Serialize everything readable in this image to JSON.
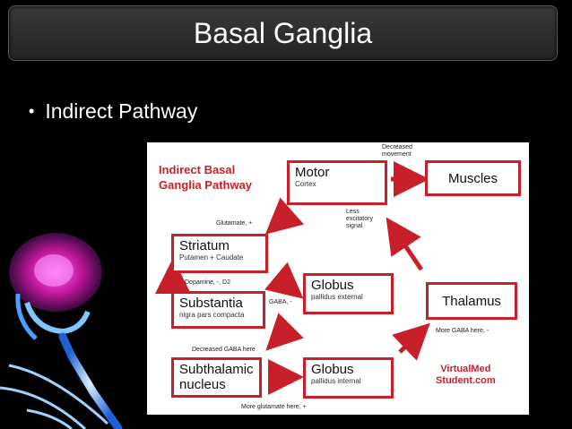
{
  "slide": {
    "title": "Basal Ganglia",
    "bullet": "Indirect Pathway"
  },
  "diagram": {
    "title_line1": "Indirect Basal",
    "title_line2": "Ganglia Pathway",
    "boxes": {
      "motor": {
        "main": "Motor",
        "sub": "Cortex"
      },
      "muscles": {
        "main": "Muscles"
      },
      "striatum": {
        "main": "Striatum",
        "sub": "Putamen + Caudate"
      },
      "substantia": {
        "main": "Substantia",
        "sub": "nigra pars compacta"
      },
      "globus_ext": {
        "main": "Globus",
        "sub": "pallidus external"
      },
      "thalamus": {
        "main": "Thalamus"
      },
      "subthalamic": {
        "main": "Subthalamic",
        "sub": "nucleus"
      },
      "globus_int": {
        "main": "Globus",
        "sub": "pallidus internal"
      }
    },
    "labels": {
      "decreased_movement": "Decreased movement",
      "glutamate": "Glutamate, +",
      "less_excitatory": "Less excitatory signal",
      "dopamine": "Dopamine, -, D2",
      "gaba": "GABA, -",
      "decreased_gaba": "Decreased GABA here",
      "more_gaba": "More GABA here, -",
      "more_glutamate": "More glutamate here, +"
    },
    "watermark_line1": "VirtualMed",
    "watermark_line2": "Student.com",
    "accent_color": "#c8202a"
  }
}
